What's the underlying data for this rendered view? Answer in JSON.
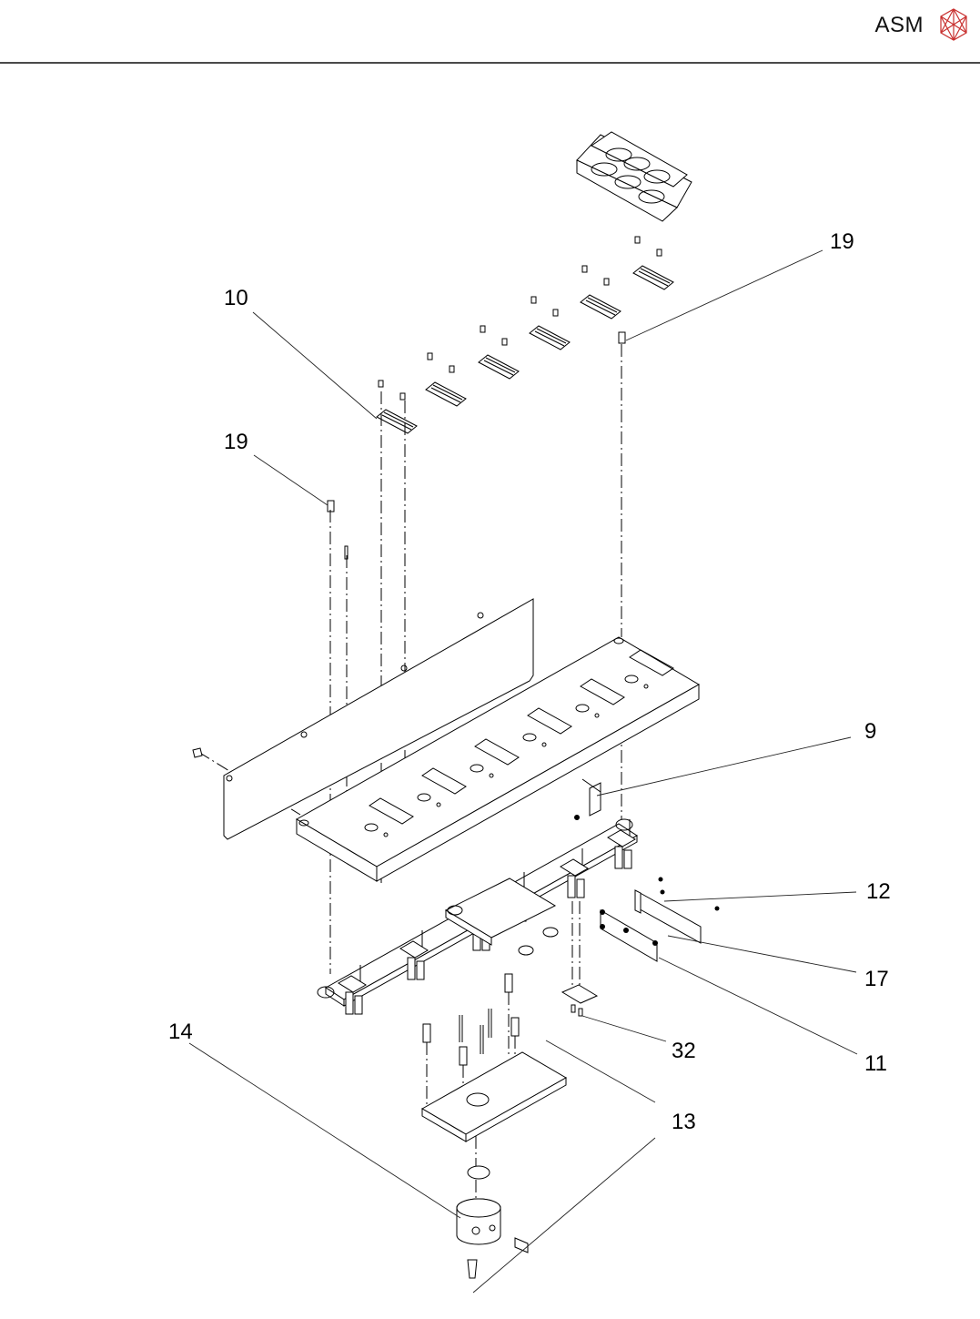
{
  "header": {
    "brand_name": "ASM",
    "logo_icon": "asm-crystal-logo-icon",
    "logo_color": "#c8302f",
    "rule_color": "#4a4a4a"
  },
  "drawing": {
    "type": "exploded-assembly-view",
    "callouts": [
      {
        "id": "c10",
        "label": "10"
      },
      {
        "id": "c19a",
        "label": "19"
      },
      {
        "id": "c19b",
        "label": "19"
      },
      {
        "id": "c9",
        "label": "9"
      },
      {
        "id": "c12",
        "label": "12"
      },
      {
        "id": "c17",
        "label": "17"
      },
      {
        "id": "c32",
        "label": "32"
      },
      {
        "id": "c11",
        "label": "11"
      },
      {
        "id": "c14",
        "label": "14"
      },
      {
        "id": "c13",
        "label": "13"
      }
    ]
  }
}
